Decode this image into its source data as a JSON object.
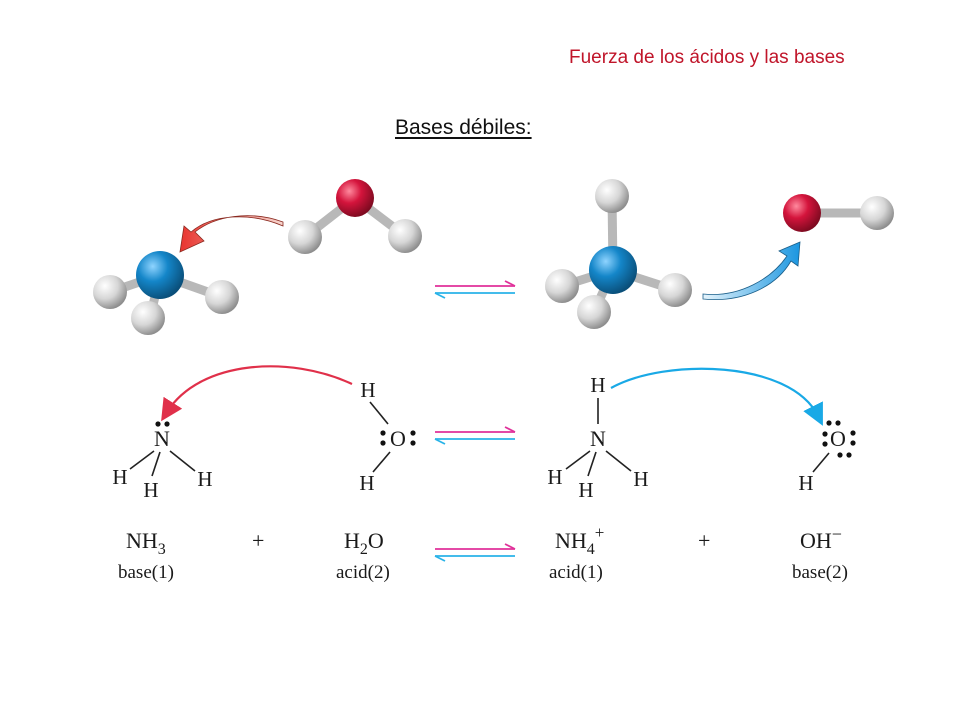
{
  "header": {
    "title": "Fuerza de los ácidos y las bases",
    "section": "Bases débiles:"
  },
  "colors": {
    "title_red": "#c0152a",
    "nitrogen_blue": "#1486c9",
    "oxygen_red": "#d4143c",
    "hydrogen_gray": "#d8d8d8",
    "arrow_red": "#e0304a",
    "arrow_blue": "#19a9e6",
    "equilibrium_magenta": "#e0319a",
    "equilibrium_cyan": "#29b3e8"
  },
  "lewis": {
    "left_nh3": {
      "n": "N",
      "h_top": "",
      "h_left": "H",
      "h_mid": "H",
      "h_right": "H"
    },
    "left_h2o": {
      "o": "O",
      "h_top": "H",
      "h_bottom": "H"
    },
    "right_nh4": {
      "n": "N",
      "h_top": "H",
      "h_left": "H",
      "h_mid": "H",
      "h_right": "H"
    },
    "right_oh": {
      "o": "O",
      "h_bottom": "H"
    }
  },
  "equation": {
    "species": [
      {
        "formula": "NH",
        "sub": "3",
        "sup": "",
        "role": "base(1)"
      },
      {
        "formula": "H",
        "sub": "2",
        "tail": "O",
        "sup": "",
        "role": "acid(2)"
      },
      {
        "formula": "NH",
        "sub": "4",
        "sup": "+",
        "role": "acid(1)"
      },
      {
        "formula": "OH",
        "sub": "",
        "sup": "−",
        "role": "base(2)"
      }
    ],
    "plus": "+"
  },
  "icons": [
    "curved-arrow-red-icon",
    "curved-arrow-blue-icon",
    "equilibrium-arrows-icon",
    "lone-pair-dots-icon"
  ]
}
